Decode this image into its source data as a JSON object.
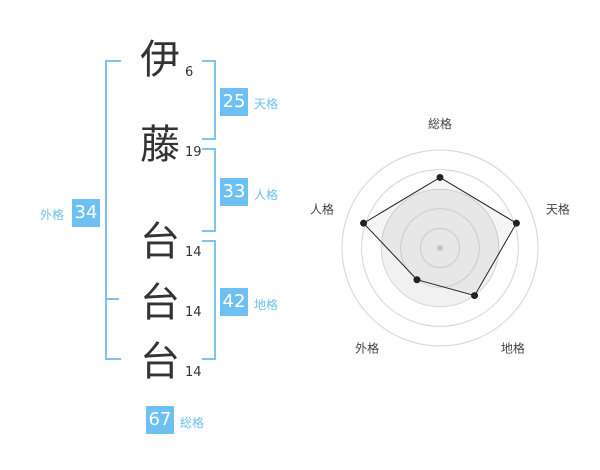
{
  "name": {
    "characters": [
      {
        "char": "伊",
        "strokes": "6"
      },
      {
        "char": "藤",
        "strokes": "19"
      },
      {
        "char": "台",
        "strokes": "14"
      },
      {
        "char": "台",
        "strokes": "14"
      },
      {
        "char": "台",
        "strokes": "14"
      }
    ]
  },
  "kaku": {
    "ten": {
      "value": "25",
      "label": "天格"
    },
    "jin": {
      "value": "33",
      "label": "人格"
    },
    "chi": {
      "value": "42",
      "label": "地格"
    },
    "gai": {
      "value": "34",
      "label": "外格"
    },
    "sou": {
      "value": "67",
      "label": "総格"
    }
  },
  "colors": {
    "accent": "#6ec0f2",
    "bracket": "#7fc3ee",
    "text": "#333333"
  },
  "chart_data": {
    "type": "radar",
    "axes": [
      "総格",
      "天格",
      "地格",
      "外格",
      "人格"
    ],
    "values": [
      0.72,
      0.82,
      0.6,
      0.4,
      0.82
    ],
    "range": [
      0,
      1
    ]
  }
}
